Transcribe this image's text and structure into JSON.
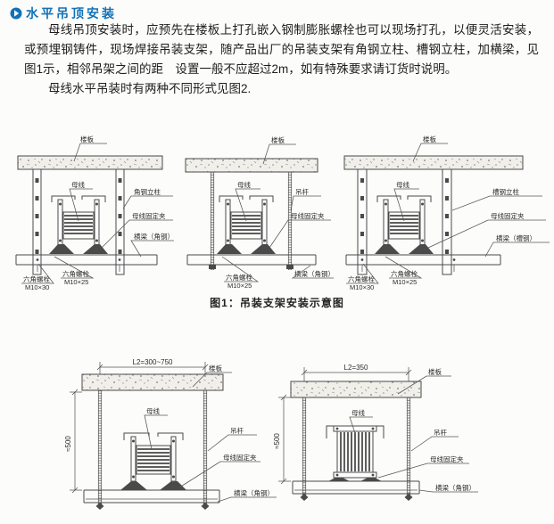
{
  "header": {
    "title": "水平吊顶安装"
  },
  "colors": {
    "accent": "#1272b8",
    "ink": "#4a4a4a",
    "text": "#1e1e1e"
  },
  "body_text": {
    "para1": "母线吊顶安装时，应预先在楼板上打孔嵌入钢制膨胀螺栓也可以现场打孔，以便灵活安装，或预埋钢铸件，现场焊接吊装支架，随产品出厂的吊装支架有角钢立柱、槽钢立柱，加横梁，见图1示，相邻吊架之间的距　设置一般不应超过2m，如有特殊要求请订货时说明。",
    "para2": "母线水平吊装时有两种不同形式见图2."
  },
  "figure1": {
    "caption": "图1：吊装支架安装示意图",
    "diagram_angle": {
      "slab": "楼板",
      "busbar": "母线",
      "column": "角钢立柱",
      "clamp": "母线固定夹",
      "beam": "横梁（角钢）",
      "bolt30_name": "六角螺栓",
      "bolt30_spec": "M10×30",
      "bolt25_name": "六角螺栓",
      "bolt25_spec": "M10×25"
    },
    "diagram_rod": {
      "slab": "楼板",
      "busbar": "母线",
      "rod": "吊杆",
      "clamp": "母线固定夹",
      "beam": "横梁（角钢）",
      "bolt25_name": "六角螺栓",
      "bolt25_spec": "M10×25"
    },
    "diagram_channel": {
      "slab": "楼板",
      "busbar": "母线",
      "column": "槽钢立柱",
      "clamp": "母线固定夹",
      "beam": "横梁（槽钢）",
      "bolt30_name": "六角螺栓",
      "bolt30_spec": "M10×30",
      "bolt25_name": "六角螺栓",
      "bolt25_spec": "M10×25"
    }
  },
  "figure2": {
    "diagram_flat": {
      "dim_top": "L2=300~750",
      "dim_left": "≈500",
      "slab": "楼板",
      "busbar": "母线",
      "rod": "吊杆",
      "clamp": "母线固定夹",
      "beam": "横梁（角钢）"
    },
    "diagram_edge": {
      "dim_top": "L2=350",
      "dim_left": "≈500",
      "slab": "楼板",
      "busbar": "母线",
      "rod": "吊杆",
      "clamp": "母线固定夹",
      "beam": "横梁（角钢）"
    }
  }
}
